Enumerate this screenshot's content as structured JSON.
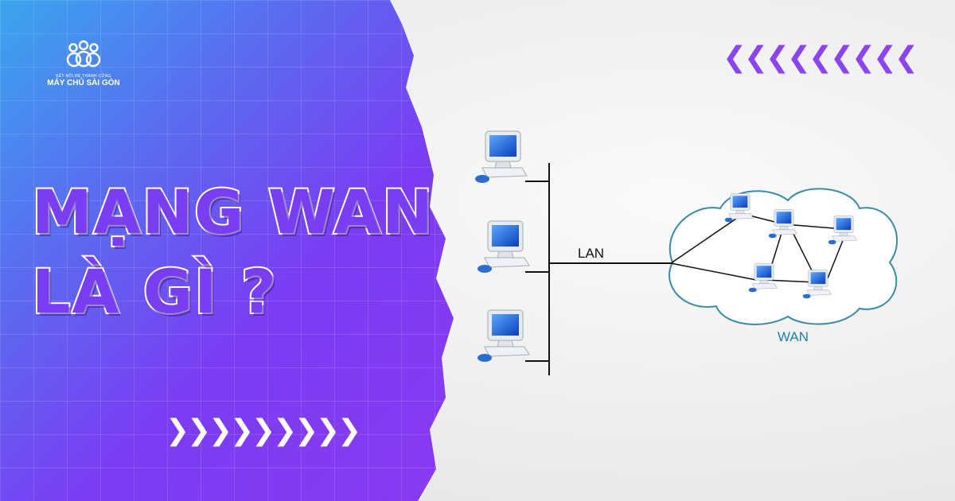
{
  "logo": {
    "tagline": "KẾT NỐI ĐỂ THÀNH CÔNG",
    "name": "MÁY CHỦ SÀI GÒN"
  },
  "title": {
    "line1": "MẠNG WAN",
    "line2": "LÀ GÌ ?"
  },
  "diagram": {
    "lan_label": "LAN",
    "wan_label": "WAN"
  },
  "decor": {
    "chevron_top": "❮",
    "chevron_bottom": "❯",
    "accent": "#8a44f0",
    "wan_label_color": "#1d7fa8"
  }
}
